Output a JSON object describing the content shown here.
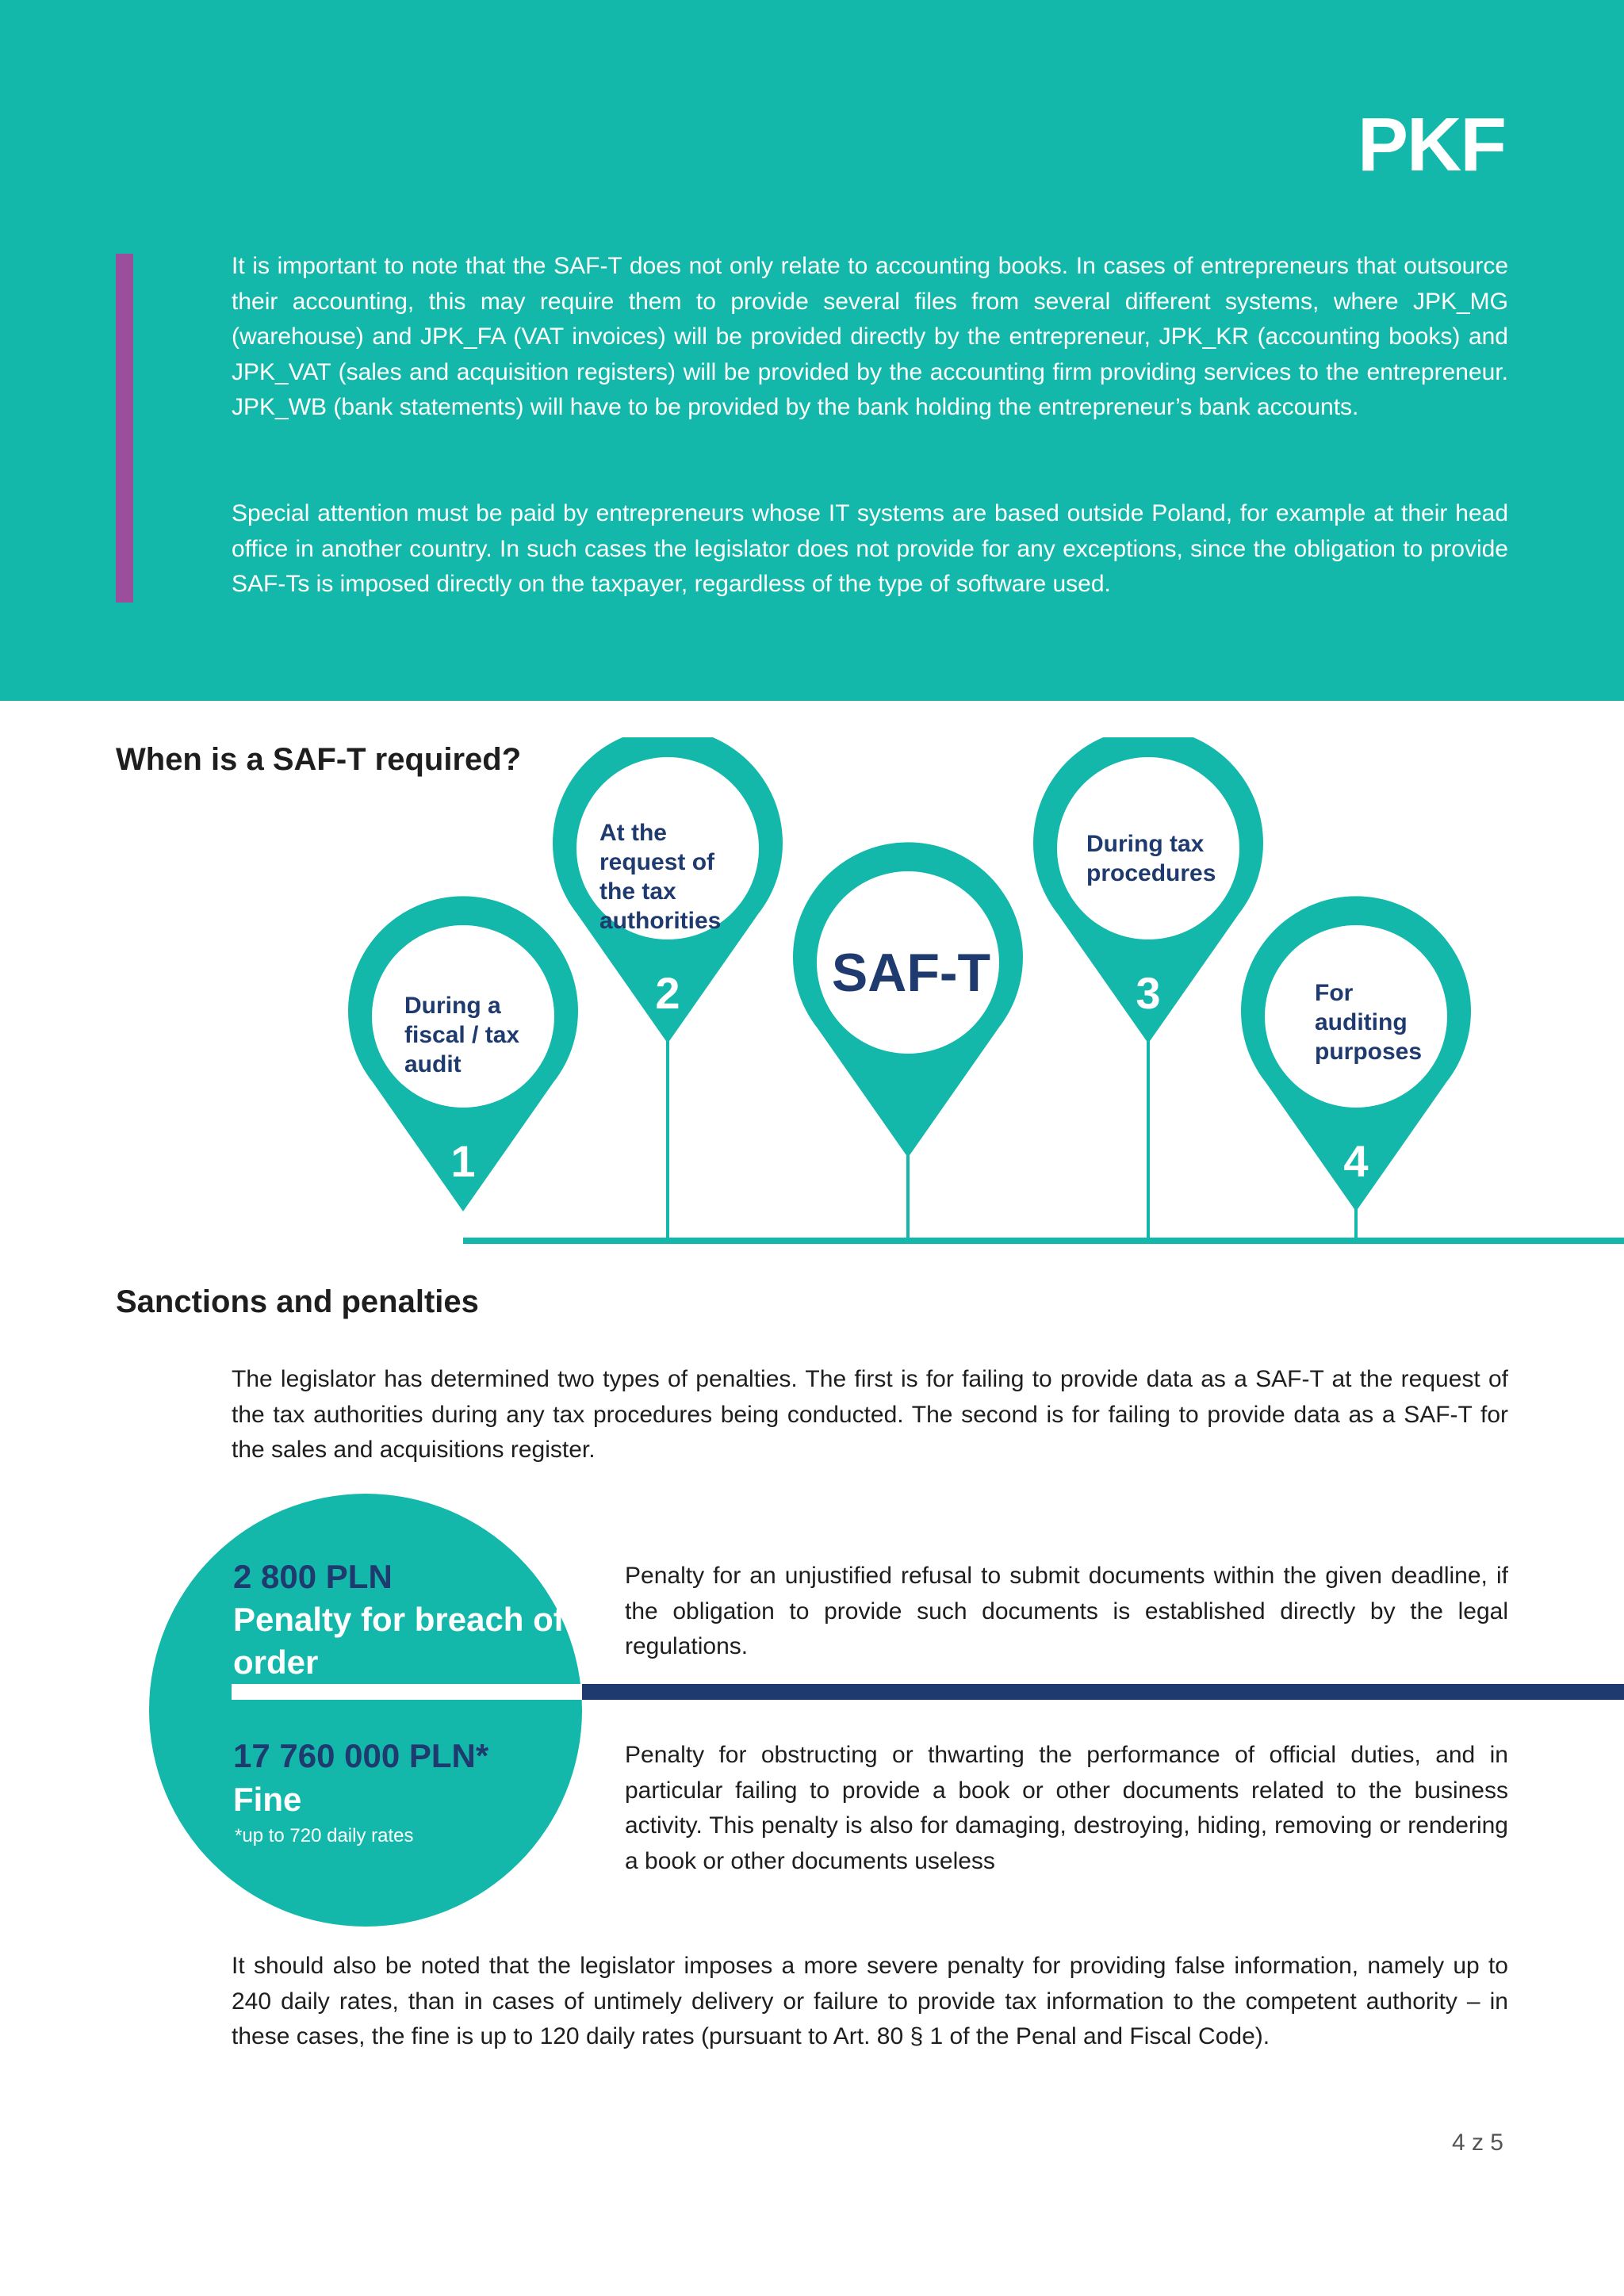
{
  "brand": {
    "logo_text": "PKF",
    "teal": "#14b8aa",
    "navy": "#1f3a6e",
    "accent": "#9a4e9c"
  },
  "intro": {
    "p1": "It is important to note that the SAF-T does not only relate to accounting books. In cases of entrepreneurs that outsource their accounting, this may require them to provide several files from several different systems, where JPK_MG (warehouse) and JPK_FA (VAT invoices) will be provided directly by the entrepreneur, JPK_KR (accounting books) and JPK_VAT (sales and acquisition registers) will be provided by the accounting firm providing services to the entrepreneur. JPK_WB (bank statements) will have to be provided by the bank holding the entrepreneur’s bank accounts.",
    "p2": "Special attention must be paid by entrepreneurs whose IT systems are based outside Poland, for example at their head office in another country. In such cases the legislator does not provide for any exceptions, since the obligation to provide SAF-Ts is imposed directly on the taxpayer, regardless of the type of software used."
  },
  "when": {
    "heading": "When is a SAF-T required?",
    "center": "SAF-T",
    "pins": [
      {
        "number": "1",
        "label": "During a fiscal / tax audit"
      },
      {
        "number": "2",
        "label": "At the request of the tax authorities"
      },
      {
        "number": "3",
        "label": "During tax procedures"
      },
      {
        "number": "4",
        "label": "For auditing purposes"
      }
    ]
  },
  "sanctions": {
    "heading": "Sanctions and penalties",
    "intro": "The legislator has determined two types of penalties. The first is for failing to provide data as a SAF-T at the request of the tax authorities during any tax procedures being conducted. The second is for failing to provide data as a SAF-T for the sales and acquisitions register.",
    "penalty1": {
      "amount": "2 800 PLN",
      "title": "Penalty for breach of order",
      "description": "Penalty for an unjustified refusal to submit documents within the given deadline, if the obligation to provide such documents is established directly by the legal regulations."
    },
    "penalty2": {
      "amount": "17 760 000 PLN*",
      "title": "Fine",
      "note": "*up to 720 daily rates",
      "description": "Penalty for obstructing or thwarting the performance of official duties, and in particular failing to provide a book or other documents related to the business activity. This penalty is also for damaging, destroying, hiding, removing or rendering a book or other documents useless"
    },
    "closing": "It should also be noted that the legislator imposes a more severe penalty for providing false information, namely up to 240 daily rates, than in cases of untimely delivery or failure to provide tax information to the competent authority – in these cases, the fine is up to 120 daily rates (pursuant to Art. 80 § 1 of the Penal and Fiscal Code)."
  },
  "footer": {
    "page": "4 z 5"
  }
}
